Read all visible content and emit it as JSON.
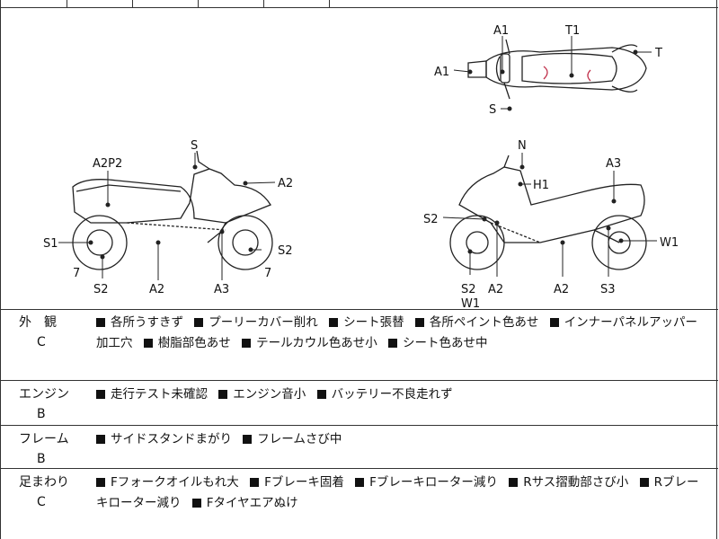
{
  "labels": {
    "top_A1_a": "A1",
    "top_A1_b": "A1",
    "top_T1": "T1",
    "top_T": "T",
    "top_S": "S",
    "side_A2P2": "A2P2",
    "side_S": "S",
    "side_A2": "A2",
    "side_S1": "S1",
    "side_7a": "7",
    "side_S2a": "S2",
    "side_A2b": "A2",
    "side_A3": "A3",
    "side_S2b": "S2",
    "side_7b": "7",
    "rear_N": "N",
    "rear_A3": "A3",
    "rear_H1": "H1",
    "rear_S2": "S2",
    "rear_W1": "W1",
    "rear_S2b": "S2",
    "rear_W1b": "W1",
    "rear_A2a": "A2",
    "rear_A2b": "A2",
    "rear_S3": "S3"
  },
  "sections": [
    {
      "category": "外　観",
      "grade": "C",
      "items": [
        "各所うすきず",
        "プーリーカバー削れ",
        "シート張替",
        "各所ペイント色あせ",
        "インナーパネルアッパー加工穴",
        "樹脂部色あせ",
        "テールカウル色あせ小",
        "シート色あせ中"
      ]
    },
    {
      "category": "エンジン",
      "grade": "B",
      "items": [
        "走行テスト未確認",
        "エンジン音小",
        "バッテリー不良走れず"
      ]
    },
    {
      "category": "フレーム",
      "grade": "B",
      "items": [
        "サイドスタンドまがり",
        "フレームさび中"
      ]
    },
    {
      "category": "足まわり",
      "grade": "C",
      "items": [
        "Fフォークオイルもれ大",
        "Fブレーキ固着",
        "Fブレーキローター減り",
        "Rサス摺動部さび小",
        "Rブレーキローター減り",
        "Fタイヤエアぬけ"
      ]
    }
  ]
}
